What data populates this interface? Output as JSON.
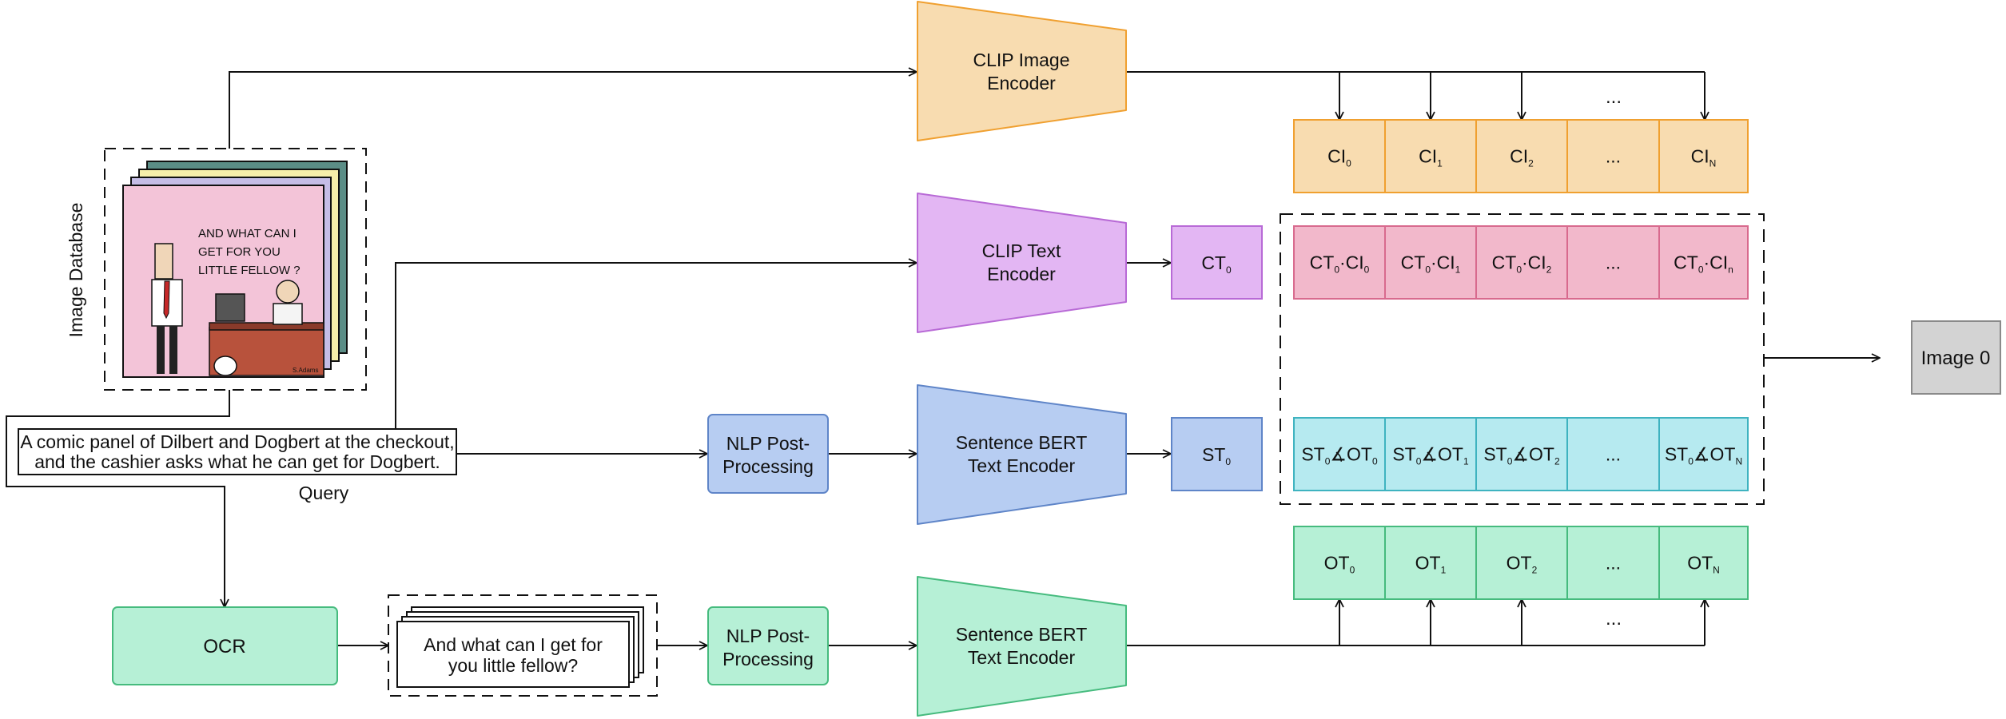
{
  "colors": {
    "orange_fill": "#f8dcb0",
    "orange_stroke": "#f0a030",
    "purple_fill": "#e3b6f3",
    "purple_stroke": "#b86ad6",
    "blue_fill": "#b7cdf2",
    "blue_stroke": "#5f85c8",
    "green_fill": "#b6f0d6",
    "green_stroke": "#46bb7e",
    "pink_fill": "#f2b8cb",
    "pink_stroke": "#d86a8e",
    "cyan_fill": "#b6eaf0",
    "cyan_stroke": "#3fb3c0",
    "gray_fill": "#d3d3d3",
    "gray_stroke": "#8a8a8a"
  },
  "image_database": {
    "label": "Image Database",
    "comic_text_lines": [
      "AND WHAT CAN I",
      "GET FOR YOU",
      "LITTLE FELLOW ?"
    ],
    "signature": "S.Adams"
  },
  "query": {
    "label": "Query",
    "lines": [
      "A comic panel of Dilbert and Dogbert at the checkout,",
      "and the cashier asks what he can get for Dogbert."
    ]
  },
  "encoders": {
    "clip_image": [
      "CLIP Image",
      "Encoder"
    ],
    "clip_text": [
      "CLIP Text",
      "Encoder"
    ],
    "sbert_query": [
      "Sentence BERT",
      "Text Encoder"
    ],
    "sbert_ocr": [
      "Sentence BERT",
      "Text Encoder"
    ]
  },
  "nlp_query": [
    "NLP Post-",
    "Processing"
  ],
  "nlp_ocr": [
    "NLP Post-",
    "Processing"
  ],
  "ocr": {
    "label": "OCR"
  },
  "ocr_text": {
    "lines": [
      "And what can I get for",
      "you little fellow?"
    ]
  },
  "ct0": {
    "base": "CT",
    "sub": "0"
  },
  "st0": {
    "base": "ST",
    "sub": "0"
  },
  "ellipsis": "...",
  "rows": {
    "ci": [
      {
        "base": "CI",
        "sub": "0"
      },
      {
        "base": "CI",
        "sub": "1"
      },
      {
        "base": "CI",
        "sub": "2"
      },
      {
        "ellipsis": "..."
      },
      {
        "base": "CI",
        "sub": "N"
      }
    ],
    "ctci": [
      {
        "a": "CT",
        "as": "0",
        "op": "·",
        "b": "CI",
        "bs": "0"
      },
      {
        "a": "CT",
        "as": "0",
        "op": "·",
        "b": "CI",
        "bs": "1"
      },
      {
        "a": "CT",
        "as": "0",
        "op": "·",
        "b": "CI",
        "bs": "2"
      },
      {
        "ellipsis": "..."
      },
      {
        "a": "CT",
        "as": "0",
        "op": "·",
        "b": "CI",
        "bs": "n"
      }
    ],
    "stot": [
      {
        "a": "ST",
        "as": "0",
        "op": "∡",
        "b": "OT",
        "bs": "0"
      },
      {
        "a": "ST",
        "as": "0",
        "op": "∡",
        "b": "OT",
        "bs": "1"
      },
      {
        "a": "ST",
        "as": "0",
        "op": "∡",
        "b": "OT",
        "bs": "2"
      },
      {
        "ellipsis": "..."
      },
      {
        "a": "ST",
        "as": "0",
        "op": "∡",
        "b": "OT",
        "bs": "N"
      }
    ],
    "ot": [
      {
        "base": "OT",
        "sub": "0"
      },
      {
        "base": "OT",
        "sub": "1"
      },
      {
        "base": "OT",
        "sub": "2"
      },
      {
        "ellipsis": "..."
      },
      {
        "base": "OT",
        "sub": "N"
      }
    ]
  },
  "result": {
    "label": "Image 0"
  }
}
